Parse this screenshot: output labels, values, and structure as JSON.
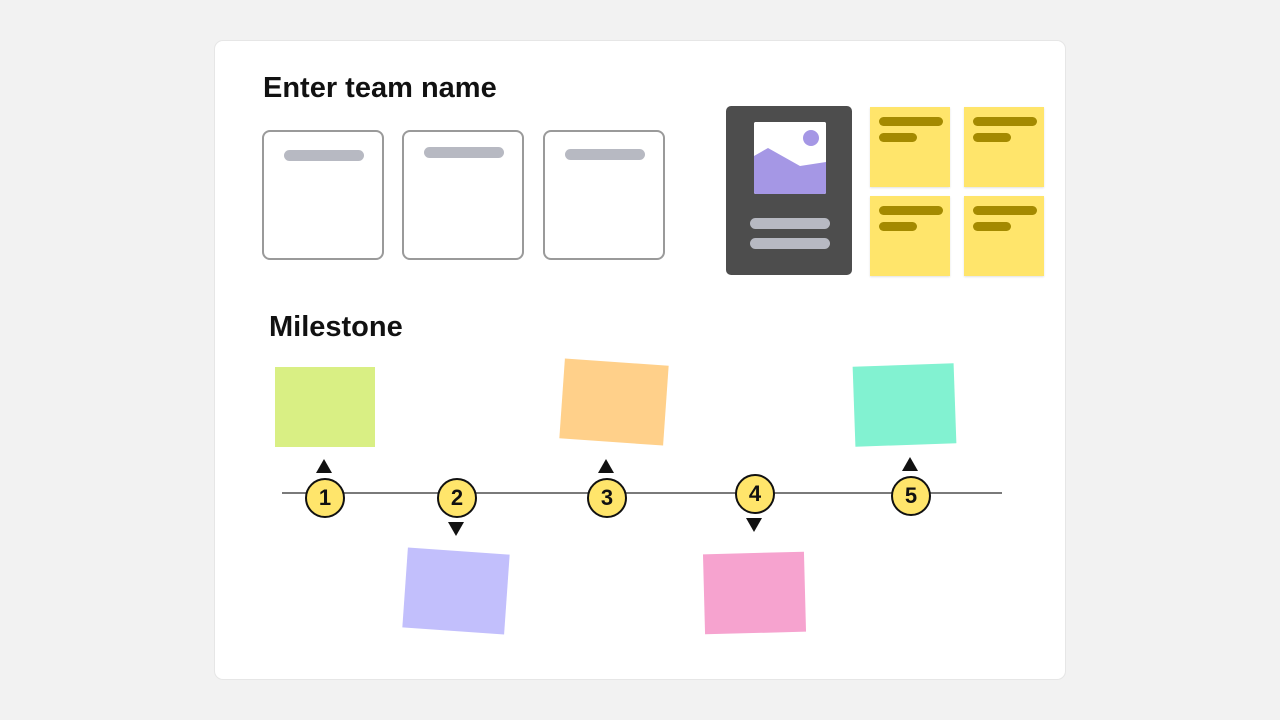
{
  "header": {
    "team_name": "Enter team name"
  },
  "milestone": {
    "title": "Milestone",
    "markers": [
      {
        "label": "1",
        "direction": "up",
        "note_color": "#d9ef84"
      },
      {
        "label": "2",
        "direction": "down",
        "note_color": "#c2bffc"
      },
      {
        "label": "3",
        "direction": "up",
        "note_color": "#ffd08a"
      },
      {
        "label": "4",
        "direction": "down",
        "note_color": "#f6a3cf"
      },
      {
        "label": "5",
        "direction": "up",
        "note_color": "#82f2d1"
      }
    ]
  },
  "colors": {
    "sticky_yellow": "#ffe56b",
    "photo_card": "#4d4d4d",
    "photo_accent": "#a597e5",
    "placeholder_bar": "#b7b9c2"
  },
  "icons": {
    "photo_placeholder": "image-icon"
  }
}
